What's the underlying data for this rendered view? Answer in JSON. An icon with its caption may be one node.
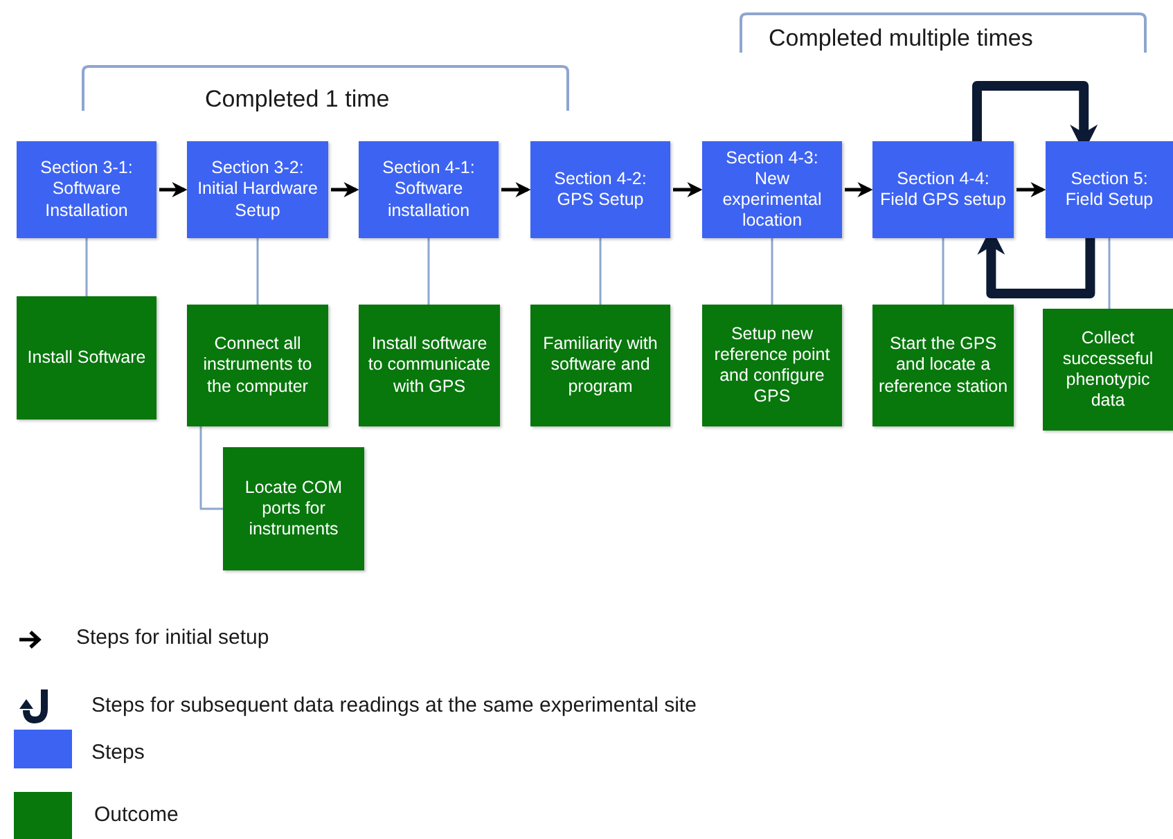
{
  "diagram": {
    "nodes": [
      {
        "text": [
          "Section 3-1: Software Installation"
        ]
      },
      {
        "text": [
          "Section 3-2: Initial Hardware Setup"
        ]
      },
      {
        "text": [
          "Section 4-1: Software installation"
        ]
      },
      {
        "text": [
          "Section 4-2: GPS Setup"
        ]
      },
      {
        "text": [
          "Section 4-3: New experimental location"
        ]
      },
      {
        "text": [
          "Section 4-4: Field GPS setup"
        ]
      },
      {
        "text": [
          "Section 5: Field Setup"
        ]
      },
      {
        "text": [
          "Install Software"
        ]
      },
      {
        "text": [
          "Connect all instruments to the computer"
        ]
      },
      {
        "text": [
          "Locate COM ports for instruments"
        ]
      },
      {
        "text": [
          "Install software to communicate with GPS"
        ]
      },
      {
        "text": [
          "Familiarity with software and program"
        ]
      },
      {
        "text": [
          "Setup new reference point and configure GPS"
        ]
      },
      {
        "text": [
          "Start the GPS and locate a reference station"
        ]
      },
      {
        "text": [
          "Collect successeful phenotypic data"
        ]
      }
    ],
    "edges": [
      {
        "from": 0,
        "to": 1,
        "arrow": "to",
        "color": "#000000"
      },
      {
        "from": 1,
        "to": 2,
        "arrow": "to",
        "color": "#000000"
      },
      {
        "from": 2,
        "to": 3,
        "arrow": "to",
        "color": "#000000"
      },
      {
        "from": 3,
        "to": 4,
        "arrow": "to",
        "color": "#000000"
      },
      {
        "from": 4,
        "to": 5,
        "arrow": "to",
        "color": "#000000"
      },
      {
        "from": 5,
        "to": 6,
        "arrow": "to",
        "color": "#000000"
      },
      {
        "from": 5,
        "to": 6,
        "arrow": "to",
        "style": "thick",
        "color": "#0c1a33"
      },
      {
        "from": 6,
        "to": 5,
        "arrow": "to",
        "style": "thick",
        "color": "#0c1a33"
      },
      {
        "from": 0,
        "to": 7,
        "arrow": "none"
      },
      {
        "from": 1,
        "to": 8,
        "arrow": "none"
      },
      {
        "from": 8,
        "to": 9,
        "arrow": "none"
      },
      {
        "from": 2,
        "to": 10,
        "arrow": "none"
      },
      {
        "from": 3,
        "to": 11,
        "arrow": "none"
      },
      {
        "from": 4,
        "to": 12,
        "arrow": "none"
      },
      {
        "from": 5,
        "to": 13,
        "arrow": "none"
      },
      {
        "from": 6,
        "to": 14,
        "arrow": "none"
      }
    ],
    "labels": [
      "Completed 1 time",
      "Completed multiple times"
    ],
    "legend": [
      {
        "text": "Steps for initial setup"
      },
      {
        "text": "Steps for subsequent data readings at the same experimental site"
      },
      {
        "text": "Steps",
        "color": "#3d63f2"
      },
      {
        "text": "Outcome",
        "color": "#08770c"
      }
    ]
  }
}
